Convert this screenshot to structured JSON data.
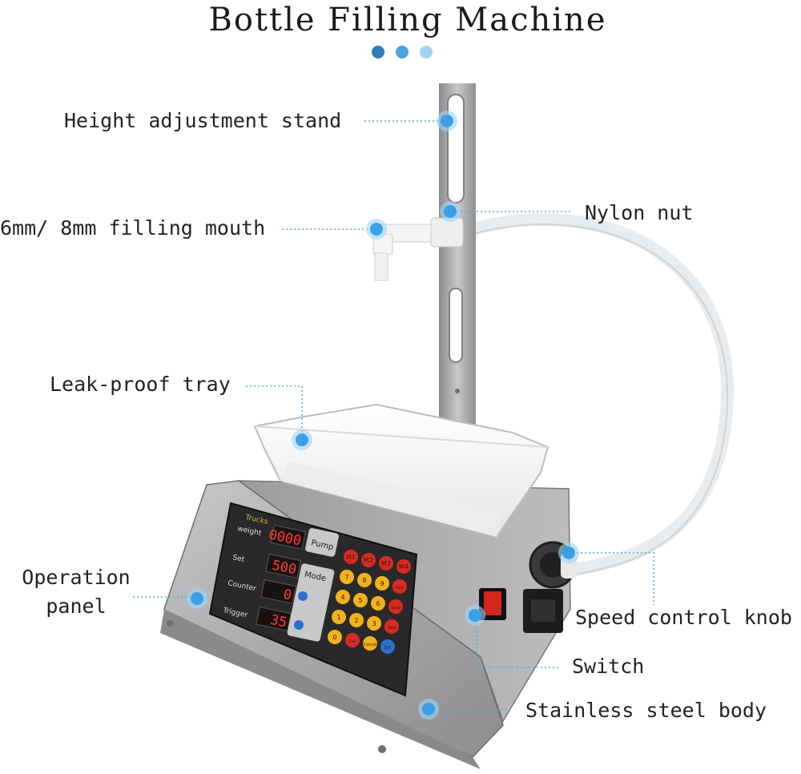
{
  "title": "Bottle Filling Machine",
  "colors": {
    "dot_dark": "#2d7fb8",
    "dot_mid": "#4aa6df",
    "dot_light": "#9fd3f3",
    "marker": "#3aa0e6",
    "leader": "#5aa9d6",
    "steel": "#a9a9ab",
    "panel": "#2a2a2c"
  },
  "labels": {
    "height_stand": "Height adjustment stand",
    "filling_mouth": "6mm/ 8mm filling mouth",
    "nylon_nut": "Nylon nut",
    "leak_tray": "Leak-proof tray",
    "operation_panel_line1": "Operation",
    "operation_panel_line2": "panel",
    "speed_knob": "Speed control knob",
    "switch": "Switch",
    "body": "Stainless steel body"
  },
  "panel": {
    "brand": "Trucks",
    "rows": [
      {
        "name": "weight",
        "value": "0000"
      },
      {
        "name": "Set",
        "value": "500"
      },
      {
        "name": "Counter",
        "value": "0"
      },
      {
        "name": "Trigger",
        "value": "35"
      }
    ],
    "pump_label": "Pump",
    "mode_label": "Mode",
    "keys": [
      "M1",
      "M2",
      "M3",
      "M4",
      "7",
      "8",
      "9",
      "Fast",
      "4",
      "5",
      "6",
      "Slow",
      "1",
      "2",
      "3",
      "Tare",
      "0",
      "Del",
      "Cancel",
      "Ent"
    ]
  },
  "icons": [
    "marker-dot-icon",
    "title-dot-icon"
  ]
}
